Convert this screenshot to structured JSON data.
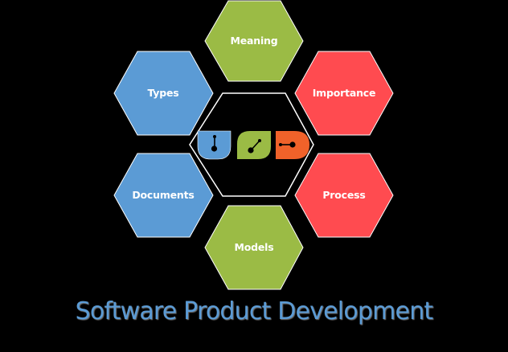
{
  "title": "Software Product Development",
  "colors": {
    "background": "#000000",
    "blue": "#5B9BD5",
    "green": "#9BBB45",
    "red": "#FF4B50",
    "orange": "#F0622A",
    "outline": "#FFFFFF"
  },
  "center": {
    "logo_icons": [
      "blue-node-icon",
      "green-leaf-node-icon",
      "orange-d-node-icon"
    ]
  },
  "hexagons": [
    {
      "id": "meaning",
      "label": "Meaning",
      "color": "green"
    },
    {
      "id": "types",
      "label": "Types",
      "color": "blue"
    },
    {
      "id": "importance",
      "label": "Importance",
      "color": "red"
    },
    {
      "id": "documents",
      "label": "Documents",
      "color": "blue"
    },
    {
      "id": "process",
      "label": "Process",
      "color": "red"
    },
    {
      "id": "models",
      "label": "Models",
      "color": "green"
    }
  ]
}
